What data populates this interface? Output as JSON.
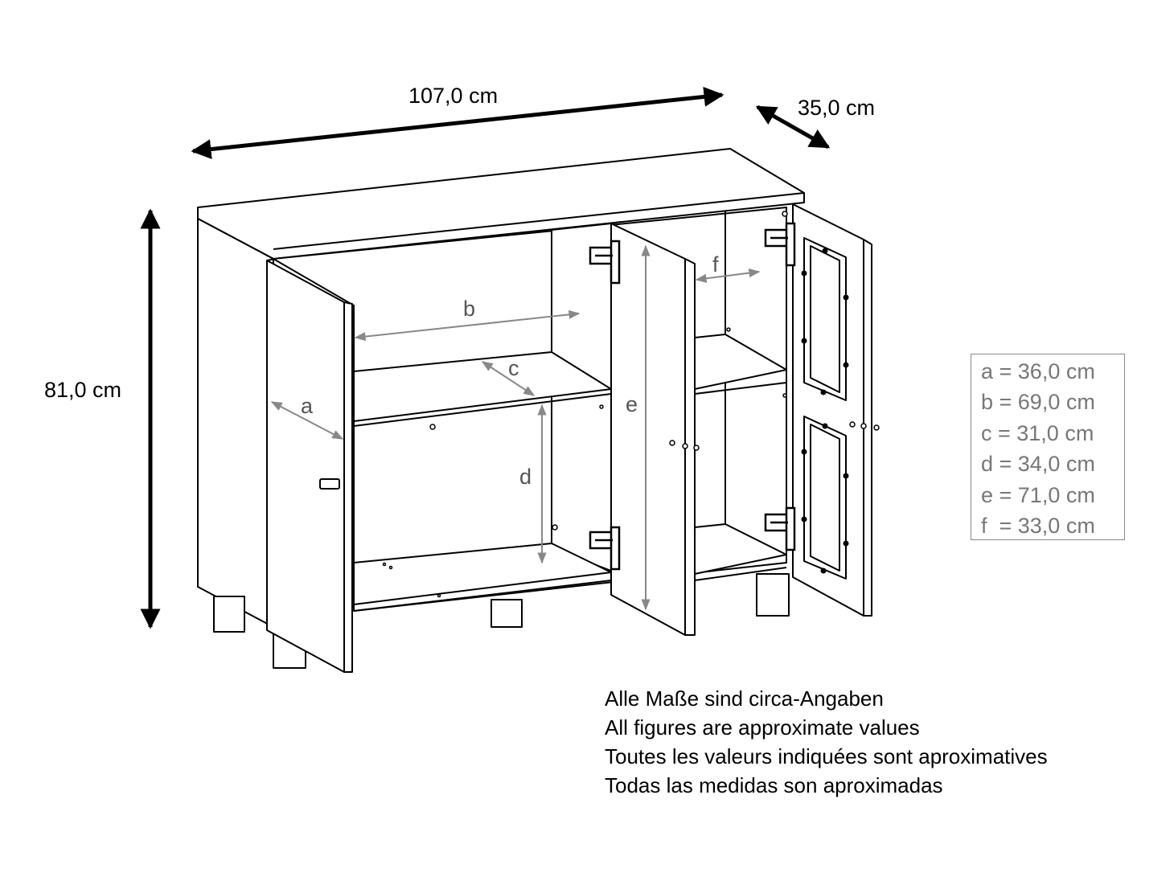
{
  "overall_dimensions": {
    "width": "107,0 cm",
    "depth": "35,0 cm",
    "height": "81,0 cm"
  },
  "inner_labels": [
    "a",
    "b",
    "c",
    "d",
    "e",
    "f"
  ],
  "legend": [
    "a = 36,0 cm",
    "b = 69,0 cm",
    "c = 31,0 cm",
    "d = 34,0 cm",
    "e = 71,0 cm",
    "f  = 33,0 cm"
  ],
  "notes": [
    "Alle Maße sind circa-Angaben",
    "All figures are approximate values",
    "Toutes les valeurs indiquées sont aproximatives",
    "Todas las medidas son aproximadas"
  ],
  "colors": {
    "line": "#000000",
    "dimension_gray": "#777777",
    "background": "#ffffff"
  }
}
